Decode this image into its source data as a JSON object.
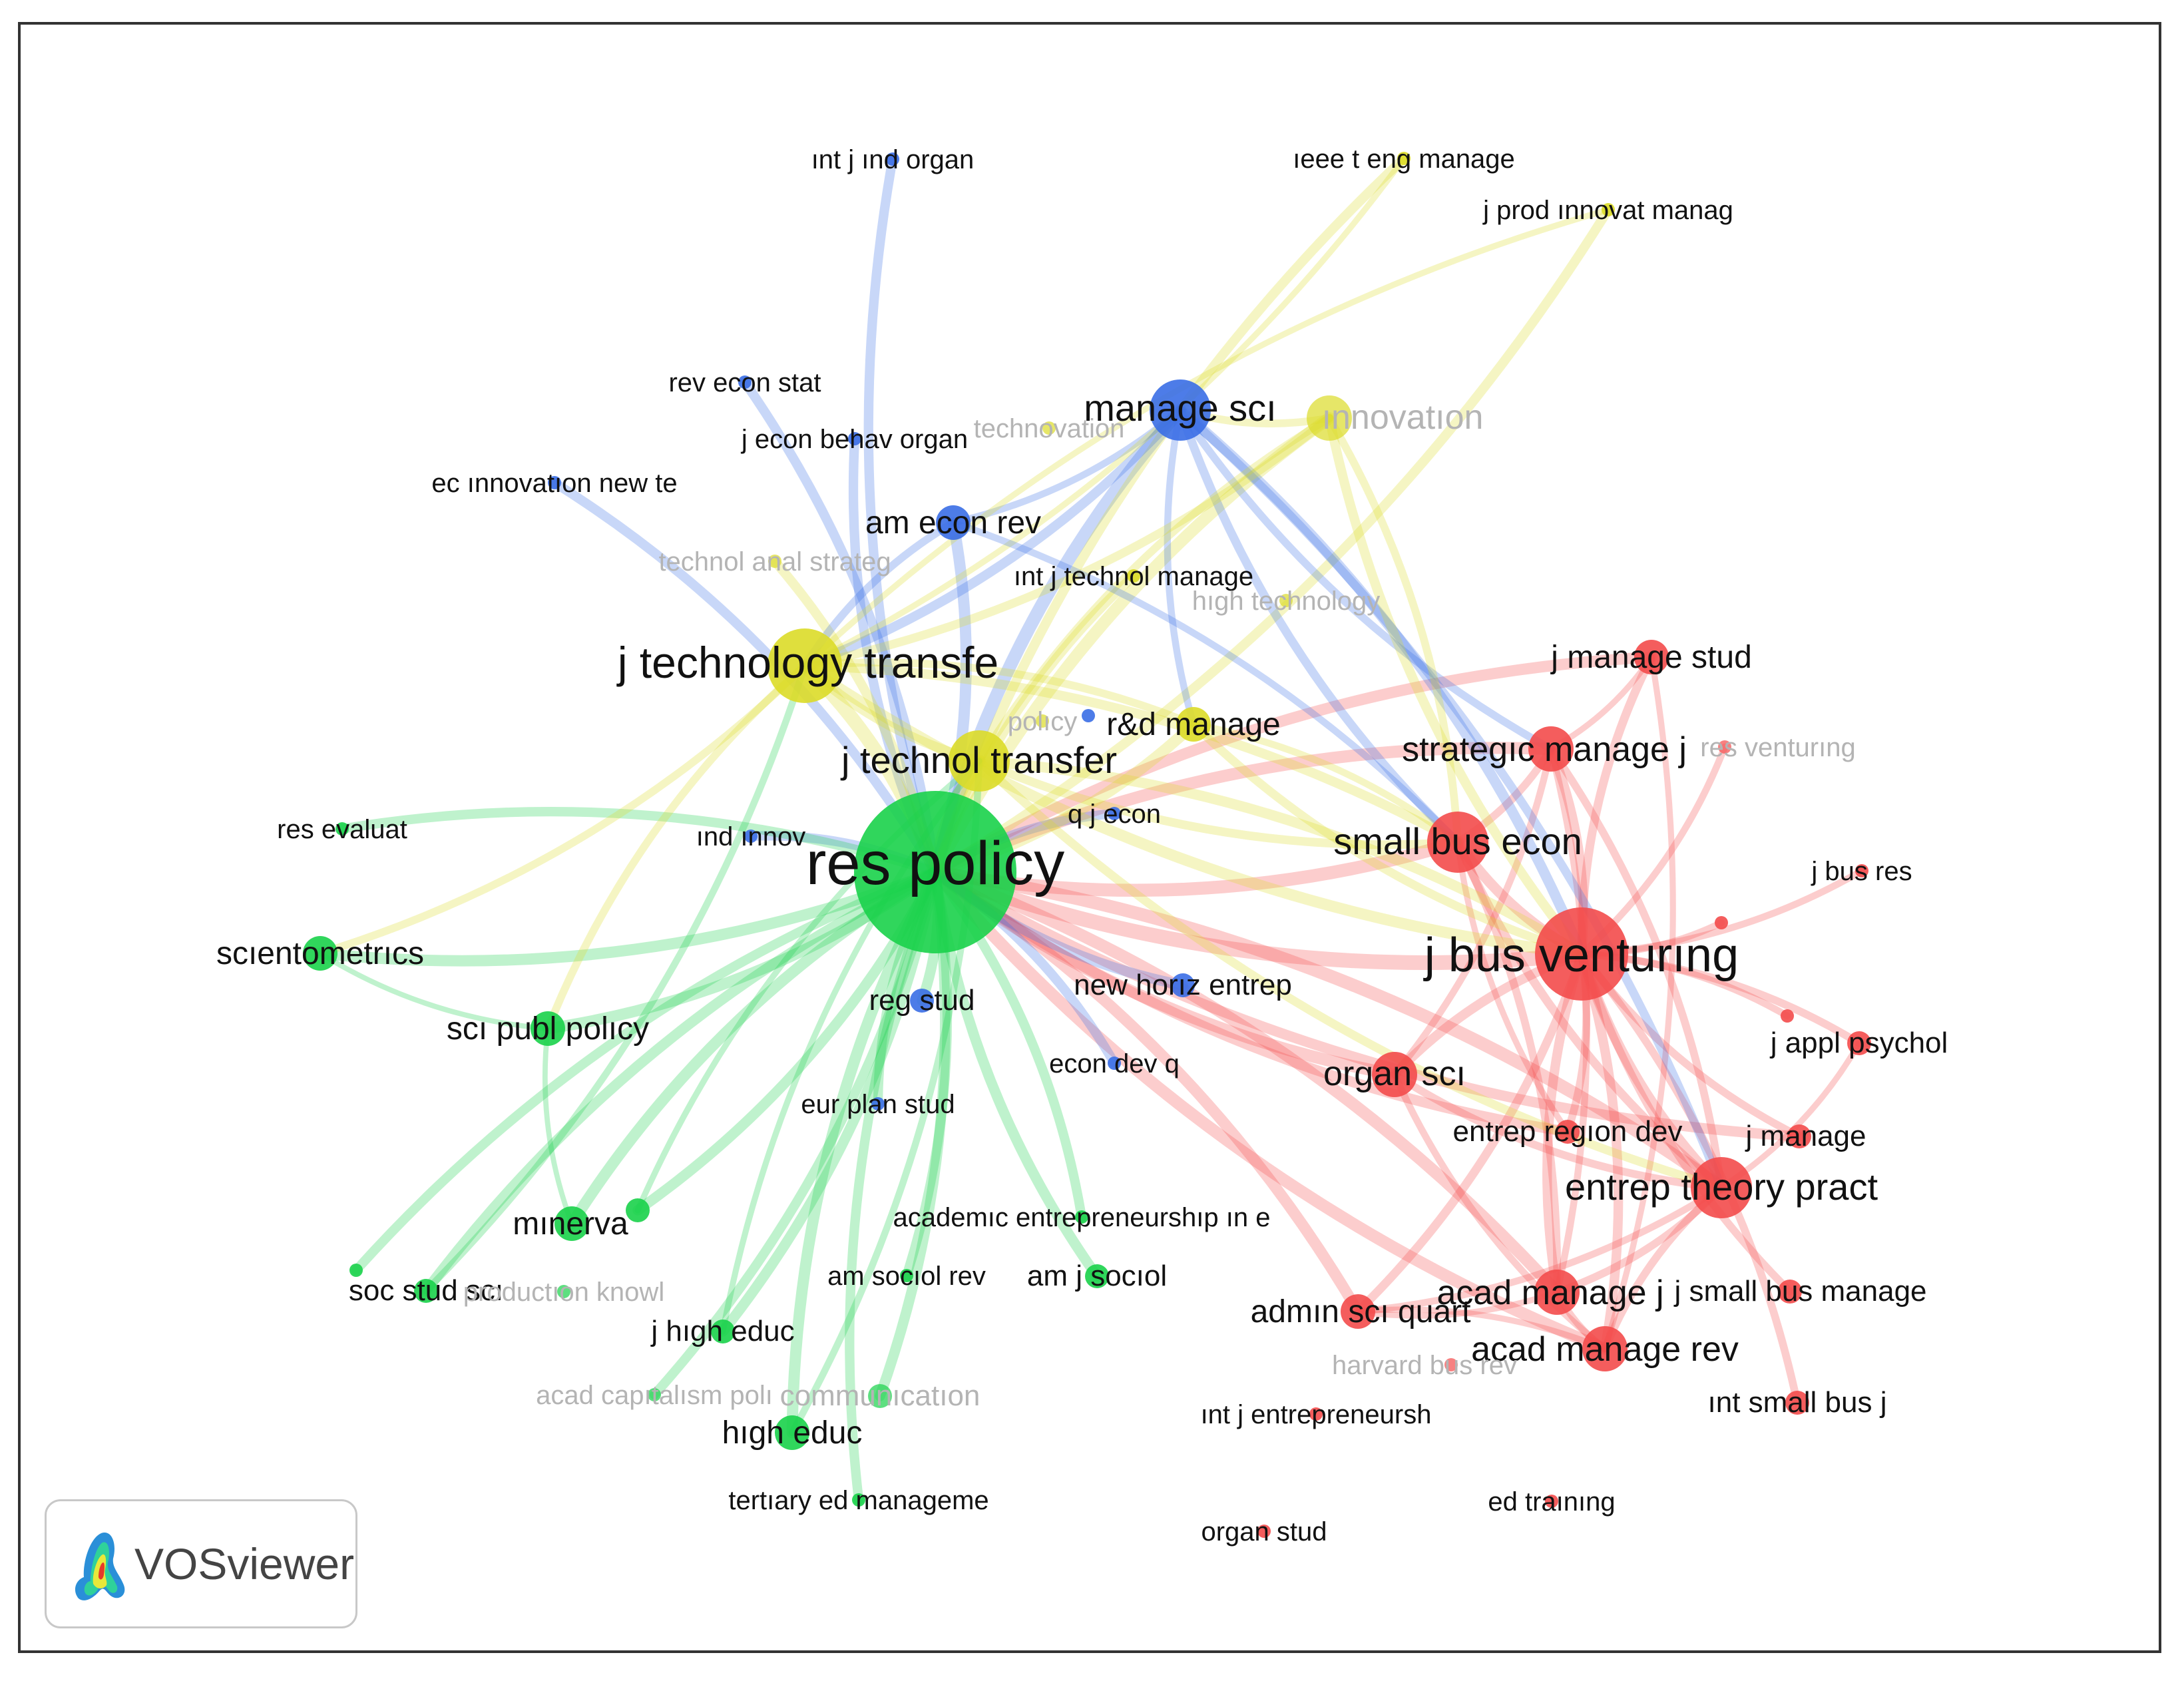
{
  "colors": {
    "green": "#19d14a",
    "red": "#f34b4b",
    "blue": "#3a6ee6",
    "yellow": "#dcdc28"
  },
  "logo": {
    "text": "VOSviewer",
    "icon": "vosviewer-logo-icon"
  },
  "nodes": [
    {
      "id": "res_policy",
      "label": "res policy",
      "cluster": "green",
      "weight": 10,
      "faded": false
    },
    {
      "id": "j_bus_venturing",
      "label": "j bus venturıng",
      "cluster": "red",
      "weight": 7,
      "faded": false
    },
    {
      "id": "entrep_theory_pract",
      "label": "entrep theory pract",
      "cluster": "red",
      "weight": 5,
      "faded": false
    },
    {
      "id": "small_bus_econ",
      "label": "small bus econ",
      "cluster": "red",
      "weight": 5,
      "faded": false
    },
    {
      "id": "strategic_manage_j",
      "label": "strategıc manage j",
      "cluster": "red",
      "weight": 4,
      "faded": false
    },
    {
      "id": "j_manage_stud",
      "label": "j manage stud",
      "cluster": "red",
      "weight": 3,
      "faded": false
    },
    {
      "id": "organ_sci",
      "label": "organ scı",
      "cluster": "red",
      "weight": 4,
      "faded": false
    },
    {
      "id": "acad_manage_j",
      "label": "acad manage j",
      "cluster": "red",
      "weight": 4,
      "faded": false
    },
    {
      "id": "acad_manage_rev",
      "label": "acad manage rev",
      "cluster": "red",
      "weight": 4,
      "faded": false
    },
    {
      "id": "admin_sci_quart",
      "label": "admın scı quart",
      "cluster": "red",
      "weight": 3,
      "faded": false
    },
    {
      "id": "entrep_region_dev",
      "label": "entrep regıon dev",
      "cluster": "red",
      "weight": 2,
      "faded": false
    },
    {
      "id": "j_manage",
      "label": "j manage",
      "cluster": "red",
      "weight": 2,
      "faded": false
    },
    {
      "id": "j_small_bus_manage",
      "label": "j small bus manage",
      "cluster": "red",
      "weight": 2,
      "faded": false
    },
    {
      "id": "int_small_bus_j",
      "label": "ınt small bus j",
      "cluster": "red",
      "weight": 2,
      "faded": false
    },
    {
      "id": "j_appl_psychol",
      "label": "j appl psychol",
      "cluster": "red",
      "weight": 2,
      "faded": false
    },
    {
      "id": "j_bus_res",
      "label": "j bus res",
      "cluster": "red",
      "weight": 1,
      "faded": false
    },
    {
      "id": "res_venturing",
      "label": "res venturıng",
      "cluster": "red",
      "weight": 1,
      "faded": true
    },
    {
      "id": "red_unl1",
      "label": "",
      "cluster": "red",
      "weight": 1,
      "faded": false
    },
    {
      "id": "red_unl2",
      "label": "",
      "cluster": "red",
      "weight": 1,
      "faded": false
    },
    {
      "id": "int_j_entrepreneursh",
      "label": "ınt j entrepreneursh",
      "cluster": "red",
      "weight": 1,
      "faded": false
    },
    {
      "id": "harvard_bus_rev",
      "label": "harvard bus rev",
      "cluster": "red",
      "weight": 1,
      "faded": true
    },
    {
      "id": "ed_training",
      "label": "ed traınıng",
      "cluster": "red",
      "weight": 1,
      "faded": false
    },
    {
      "id": "organ_stud",
      "label": "organ stud",
      "cluster": "red",
      "weight": 1,
      "faded": false
    },
    {
      "id": "manage_sci",
      "label": "manage scı",
      "cluster": "blue",
      "weight": 5,
      "faded": false
    },
    {
      "id": "am_econ_rev",
      "label": "am econ rev",
      "cluster": "blue",
      "weight": 3,
      "faded": false
    },
    {
      "id": "int_j_ind_organ",
      "label": "ınt j ınd organ",
      "cluster": "blue",
      "weight": 1,
      "faded": false
    },
    {
      "id": "rev_econ_stat",
      "label": "rev econ stat",
      "cluster": "blue",
      "weight": 1,
      "faded": false
    },
    {
      "id": "j_econ_behav_organ",
      "label": "j econ behav organ",
      "cluster": "blue",
      "weight": 1,
      "faded": false
    },
    {
      "id": "ec_innovation_new_te",
      "label": "ec ınnovatıon new te",
      "cluster": "blue",
      "weight": 1,
      "faded": false
    },
    {
      "id": "ind_innov",
      "label": "ınd ınnov",
      "cluster": "blue",
      "weight": 1,
      "faded": false
    },
    {
      "id": "q_j_econ",
      "label": "q j econ",
      "cluster": "blue",
      "weight": 1,
      "faded": false
    },
    {
      "id": "reg_stud",
      "label": "reg stud",
      "cluster": "blue",
      "weight": 2,
      "faded": false
    },
    {
      "id": "new_horiz_entrep",
      "label": "new horız entrep",
      "cluster": "blue",
      "weight": 2,
      "faded": false
    },
    {
      "id": "econ_dev_q",
      "label": "econ dev q",
      "cluster": "blue",
      "weight": 1,
      "faded": false
    },
    {
      "id": "eur_plan_stud",
      "label": "eur plan stud",
      "cluster": "blue",
      "weight": 1,
      "faded": false
    },
    {
      "id": "blue_unl1",
      "label": "",
      "cluster": "blue",
      "weight": 1,
      "faded": false
    },
    {
      "id": "innovation",
      "label": "ınnovatıon",
      "cluster": "yellow",
      "weight": 4,
      "faded": true
    },
    {
      "id": "j_technology_transfe",
      "label": "j technology transfe",
      "cluster": "yellow",
      "weight": 6,
      "faded": false
    },
    {
      "id": "j_technol_transfer",
      "label": "j technol transfer",
      "cluster": "yellow",
      "weight": 5,
      "faded": false
    },
    {
      "id": "rd_manage",
      "label": "r&d manage",
      "cluster": "yellow",
      "weight": 3,
      "faded": false
    },
    {
      "id": "int_j_technol_manage",
      "label": "ınt j technol manage",
      "cluster": "yellow",
      "weight": 1,
      "faded": false
    },
    {
      "id": "technol_anal_strateg",
      "label": "technol anal strateg",
      "cluster": "yellow",
      "weight": 1,
      "faded": true
    },
    {
      "id": "ieee_t_eng_manage",
      "label": "ıeee t eng manage",
      "cluster": "yellow",
      "weight": 1,
      "faded": false
    },
    {
      "id": "j_prod_innovat_manag",
      "label": "j prod ınnovat manag",
      "cluster": "yellow",
      "weight": 1,
      "faded": false
    },
    {
      "id": "high_technol",
      "label": "hıgh technology",
      "cluster": "yellow",
      "weight": 1,
      "faded": true
    },
    {
      "id": "technovation",
      "label": "technovation",
      "cluster": "yellow",
      "weight": 1,
      "faded": true
    },
    {
      "id": "policy",
      "label": "polıcy",
      "cluster": "yellow",
      "weight": 1,
      "faded": true
    },
    {
      "id": "scientometrics",
      "label": "scıentometrıcs",
      "cluster": "green",
      "weight": 3,
      "faded": false
    },
    {
      "id": "res_evaluat",
      "label": "res evaluat",
      "cluster": "green",
      "weight": 1,
      "faded": false
    },
    {
      "id": "sci_publ_policy",
      "label": "scı publ polıcy",
      "cluster": "green",
      "weight": 3,
      "faded": false
    },
    {
      "id": "minerva",
      "label": "mınerva",
      "cluster": "green",
      "weight": 3,
      "faded": false
    },
    {
      "id": "green_unl1",
      "label": "",
      "cluster": "green",
      "weight": 2,
      "faded": false
    },
    {
      "id": "soc_stud_sci",
      "label": "soc stud scı",
      "cluster": "green",
      "weight": 2,
      "faded": false
    },
    {
      "id": "green_unl2",
      "label": "",
      "cluster": "green",
      "weight": 1,
      "faded": false
    },
    {
      "id": "production_knowl",
      "label": "productıon knowl",
      "cluster": "green",
      "weight": 1,
      "faded": true
    },
    {
      "id": "j_high_educ",
      "label": "j hıgh educ",
      "cluster": "green",
      "weight": 2,
      "faded": false
    },
    {
      "id": "acad_capitalism_poli",
      "label": "acad capıtalısm polı",
      "cluster": "green",
      "weight": 1,
      "faded": true
    },
    {
      "id": "high_educ",
      "label": "hıgh educ",
      "cluster": "green",
      "weight": 3,
      "faded": false
    },
    {
      "id": "communication",
      "label": "communıcatıon",
      "cluster": "green",
      "weight": 2,
      "faded": true
    },
    {
      "id": "tertiary_ed_manageme",
      "label": "tertıary ed manageme",
      "cluster": "green",
      "weight": 1,
      "faded": false
    },
    {
      "id": "am_sociol_rev",
      "label": "am socıol rev",
      "cluster": "green",
      "weight": 1,
      "faded": false
    },
    {
      "id": "am_j_sociol",
      "label": "am j socıol",
      "cluster": "green",
      "weight": 2,
      "faded": false
    },
    {
      "id": "academic_entrepreneurship",
      "label": "academıc entrepreneurshıp ın e",
      "cluster": "green",
      "weight": 1,
      "faded": false
    }
  ],
  "links": [
    [
      "res_policy",
      "j_bus_venturing",
      "red"
    ],
    [
      "res_policy",
      "entrep_theory_pract",
      "red"
    ],
    [
      "res_policy",
      "small_bus_econ",
      "red"
    ],
    [
      "res_policy",
      "strategic_manage_j",
      "red"
    ],
    [
      "res_policy",
      "organ_sci",
      "red"
    ],
    [
      "res_policy",
      "acad_manage_j",
      "red"
    ],
    [
      "res_policy",
      "acad_manage_rev",
      "red"
    ],
    [
      "res_policy",
      "admin_sci_quart",
      "red"
    ],
    [
      "res_policy",
      "entrep_region_dev",
      "red"
    ],
    [
      "res_policy",
      "j_manage_stud",
      "red"
    ],
    [
      "res_policy",
      "j_manage",
      "red"
    ],
    [
      "res_policy",
      "manage_sci",
      "blue"
    ],
    [
      "res_policy",
      "am_econ_rev",
      "blue"
    ],
    [
      "res_policy",
      "int_j_ind_organ",
      "blue"
    ],
    [
      "res_policy",
      "rev_econ_stat",
      "blue"
    ],
    [
      "res_policy",
      "j_econ_behav_organ",
      "blue"
    ],
    [
      "res_policy",
      "ec_innovation_new_te",
      "blue"
    ],
    [
      "res_policy",
      "q_j_econ",
      "blue"
    ],
    [
      "res_policy",
      "new_horiz_entrep",
      "blue"
    ],
    [
      "res_policy",
      "econ_dev_q",
      "blue"
    ],
    [
      "res_policy",
      "ind_innov",
      "blue"
    ],
    [
      "res_policy",
      "innovation",
      "yellow"
    ],
    [
      "res_policy",
      "j_technology_transfe",
      "yellow"
    ],
    [
      "res_policy",
      "j_technol_transfer",
      "yellow"
    ],
    [
      "res_policy",
      "rd_manage",
      "yellow"
    ],
    [
      "res_policy",
      "int_j_technol_manage",
      "yellow"
    ],
    [
      "res_policy",
      "technol_anal_strateg",
      "yellow"
    ],
    [
      "res_policy",
      "ieee_t_eng_manage",
      "yellow"
    ],
    [
      "res_policy",
      "j_prod_innovat_manag",
      "yellow"
    ],
    [
      "res_policy",
      "scientometrics",
      "green"
    ],
    [
      "res_policy",
      "res_evaluat",
      "green"
    ],
    [
      "res_policy",
      "sci_publ_policy",
      "green"
    ],
    [
      "res_policy",
      "minerva",
      "green"
    ],
    [
      "res_policy",
      "green_unl1",
      "green"
    ],
    [
      "res_policy",
      "soc_stud_sci",
      "green"
    ],
    [
      "res_policy",
      "j_high_educ",
      "green"
    ],
    [
      "res_policy",
      "high_educ",
      "green"
    ],
    [
      "res_policy",
      "communication",
      "green"
    ],
    [
      "res_policy",
      "tertiary_ed_manageme",
      "green"
    ],
    [
      "res_policy",
      "am_sociol_rev",
      "green"
    ],
    [
      "res_policy",
      "am_j_sociol",
      "green"
    ],
    [
      "res_policy",
      "reg_stud",
      "green"
    ],
    [
      "res_policy",
      "eur_plan_stud",
      "green"
    ],
    [
      "res_policy",
      "acad_capitalism_poli",
      "green"
    ],
    [
      "res_policy",
      "green_unl2",
      "green"
    ],
    [
      "res_policy",
      "academic_entrepreneurship",
      "green"
    ],
    [
      "j_bus_venturing",
      "entrep_theory_pract",
      "red"
    ],
    [
      "j_bus_venturing",
      "small_bus_econ",
      "red"
    ],
    [
      "j_bus_venturing",
      "strategic_manage_j",
      "red"
    ],
    [
      "j_bus_venturing",
      "j_manage_stud",
      "red"
    ],
    [
      "j_bus_venturing",
      "acad_manage_j",
      "red"
    ],
    [
      "j_bus_venturing",
      "acad_manage_rev",
      "red"
    ],
    [
      "j_bus_venturing",
      "organ_sci",
      "red"
    ],
    [
      "j_bus_venturing",
      "j_appl_psychol",
      "red"
    ],
    [
      "j_bus_venturing",
      "j_manage",
      "red"
    ],
    [
      "j_bus_venturing",
      "int_small_bus_j",
      "red"
    ],
    [
      "j_bus_venturing",
      "j_small_bus_manage",
      "red"
    ],
    [
      "j_bus_venturing",
      "admin_sci_quart",
      "red"
    ],
    [
      "j_bus_venturing",
      "red_unl1",
      "red"
    ],
    [
      "j_bus_venturing",
      "red_unl2",
      "red"
    ],
    [
      "j_bus_venturing",
      "res_venturing",
      "red"
    ],
    [
      "j_bus_venturing",
      "entrep_region_dev",
      "red"
    ],
    [
      "j_bus_venturing",
      "j_bus_res",
      "red"
    ],
    [
      "entrep_theory_pract",
      "small_bus_econ",
      "red"
    ],
    [
      "entrep_theory_pract",
      "acad_manage_rev",
      "red"
    ],
    [
      "entrep_theory_pract",
      "acad_manage_j",
      "red"
    ],
    [
      "entrep_theory_pract",
      "strategic_manage_j",
      "red"
    ],
    [
      "entrep_theory_pract",
      "organ_sci",
      "red"
    ],
    [
      "entrep_theory_pract",
      "j_appl_psychol",
      "red"
    ],
    [
      "entrep_theory_pract",
      "admin_sci_quart",
      "red"
    ],
    [
      "small_bus_econ",
      "strategic_manage_j",
      "red"
    ],
    [
      "small_bus_econ",
      "acad_manage_j",
      "red"
    ],
    [
      "small_bus_econ",
      "entrep_region_dev",
      "red"
    ],
    [
      "strategic_manage_j",
      "acad_manage_j",
      "red"
    ],
    [
      "strategic_manage_j",
      "j_manage_stud",
      "red"
    ],
    [
      "strategic_manage_j",
      "organ_sci",
      "red"
    ],
    [
      "acad_manage_j",
      "acad_manage_rev",
      "red"
    ],
    [
      "acad_manage_j",
      "admin_sci_quart",
      "red"
    ],
    [
      "organ_sci",
      "acad_manage_rev",
      "red"
    ],
    [
      "j_manage_stud",
      "acad_manage_rev",
      "red"
    ],
    [
      "acad_manage_rev",
      "admin_sci_quart",
      "red"
    ],
    [
      "manage_sci",
      "j_bus_venturing",
      "blue"
    ],
    [
      "manage_sci",
      "small_bus_econ",
      "blue"
    ],
    [
      "manage_sci",
      "entrep_theory_pract",
      "blue"
    ],
    [
      "manage_sci",
      "strategic_manage_j",
      "blue"
    ],
    [
      "manage_sci",
      "am_econ_rev",
      "blue"
    ],
    [
      "manage_sci",
      "innovation",
      "yellow"
    ],
    [
      "manage_sci",
      "j_technology_transfe",
      "blue"
    ],
    [
      "manage_sci",
      "rd_manage",
      "blue"
    ],
    [
      "innovation",
      "j_technology_transfe",
      "yellow"
    ],
    [
      "innovation",
      "j_bus_venturing",
      "yellow"
    ],
    [
      "innovation",
      "small_bus_econ",
      "yellow"
    ],
    [
      "j_technology_transfe",
      "j_technol_transfer",
      "yellow"
    ],
    [
      "j_technology_transfe",
      "small_bus_econ",
      "yellow"
    ],
    [
      "j_technology_transfe",
      "j_bus_venturing",
      "yellow"
    ],
    [
      "j_technology_transfe",
      "rd_manage",
      "yellow"
    ],
    [
      "j_technology_transfe",
      "sci_publ_policy",
      "yellow"
    ],
    [
      "j_technology_transfe",
      "scientometrics",
      "yellow"
    ],
    [
      "j_technol_transfer",
      "small_bus_econ",
      "yellow"
    ],
    [
      "j_technol_transfer",
      "j_bus_venturing",
      "yellow"
    ],
    [
      "j_technol_transfer",
      "entrep_theory_pract",
      "yellow"
    ],
    [
      "j_technol_transfer",
      "innovation",
      "yellow"
    ],
    [
      "rd_manage",
      "j_bus_venturing",
      "yellow"
    ],
    [
      "rd_manage",
      "small_bus_econ",
      "yellow"
    ],
    [
      "j_prod_innovat_manag",
      "j_technology_transfe",
      "yellow"
    ],
    [
      "ieee_t_eng_manage",
      "j_technology_transfe",
      "yellow"
    ],
    [
      "am_econ_rev",
      "j_technology_transfe",
      "blue"
    ],
    [
      "am_econ_rev",
      "small_bus_econ",
      "blue"
    ],
    [
      "scientometrics",
      "sci_publ_policy",
      "green"
    ],
    [
      "minerva",
      "sci_publ_policy",
      "green"
    ],
    [
      "soc_stud_sci",
      "j_technology_transfe",
      "green"
    ],
    [
      "green_unl1",
      "j_technol_transfer",
      "green"
    ],
    [
      "high_educ",
      "j_technol_transfer",
      "green"
    ],
    [
      "j_high_educ",
      "j_technol_transfer",
      "green"
    ]
  ]
}
